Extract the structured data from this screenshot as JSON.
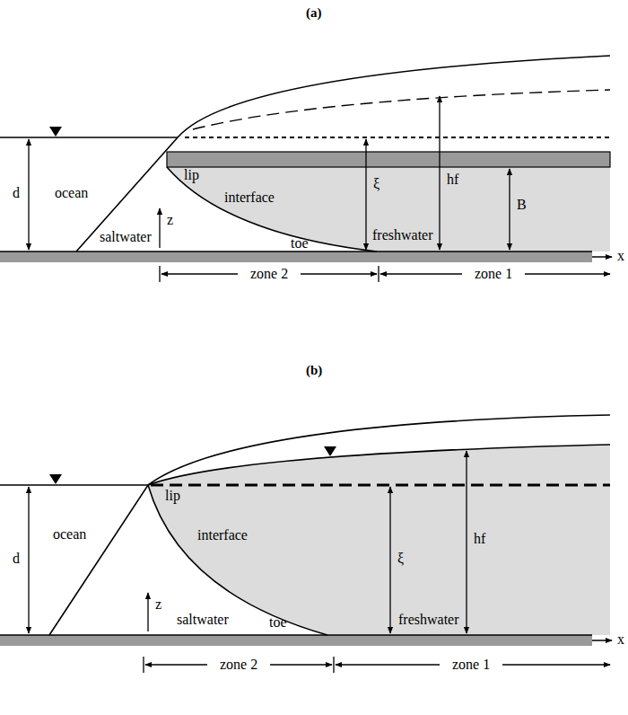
{
  "diagram": {
    "labels": [
      "(a)",
      "ocean",
      "d",
      "lip",
      "interface",
      "ξ",
      "hf",
      "B",
      "z",
      "saltwater",
      "toe",
      "freshwater",
      "x",
      "zone 2",
      "zone 1",
      "(b)",
      "ocean",
      "d",
      "lip",
      "interface",
      "ξ",
      "hf",
      "z",
      "saltwater",
      "toe",
      "freshwater",
      "x",
      "zone 2",
      "zone 1"
    ]
  }
}
